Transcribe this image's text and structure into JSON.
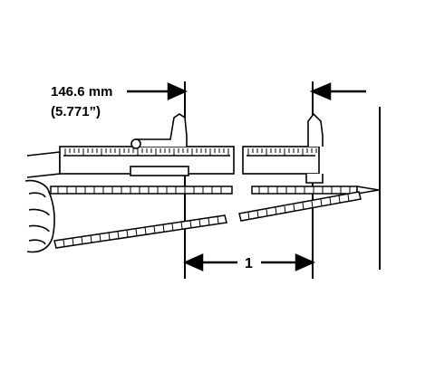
{
  "annotations": {
    "measurement_mm": "146.6 mm",
    "measurement_in": "(5.771”)",
    "callout_number": "1"
  }
}
